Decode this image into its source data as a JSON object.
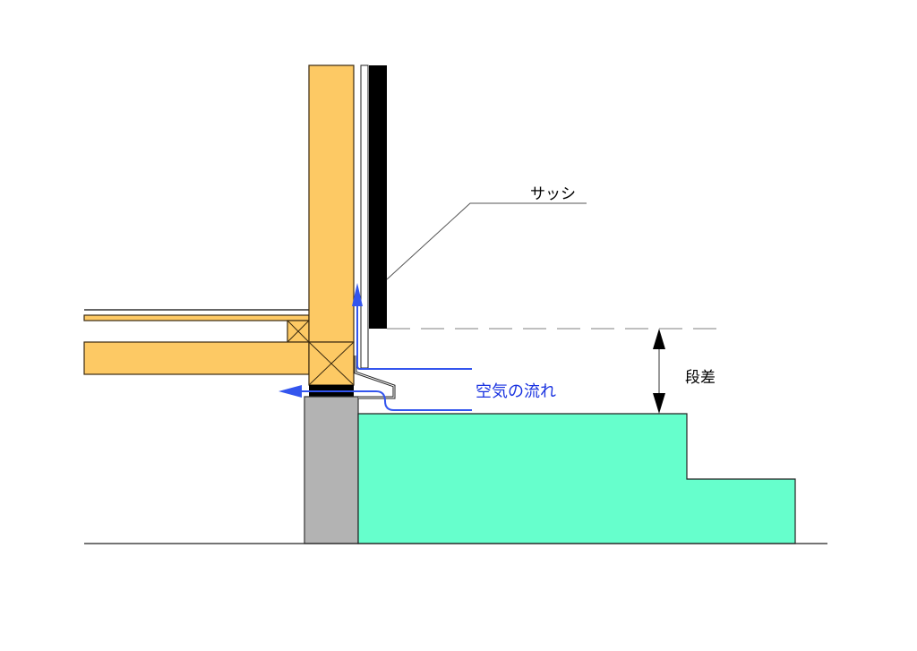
{
  "labels": {
    "sash": "サッシ",
    "airflow": "空気の流れ",
    "step": "段差"
  },
  "colors": {
    "wood": "#fdc964",
    "insulation": "#66ffcc",
    "concrete": "#b3b3b3",
    "airflow": "#3355ee",
    "sash": "#000000"
  }
}
